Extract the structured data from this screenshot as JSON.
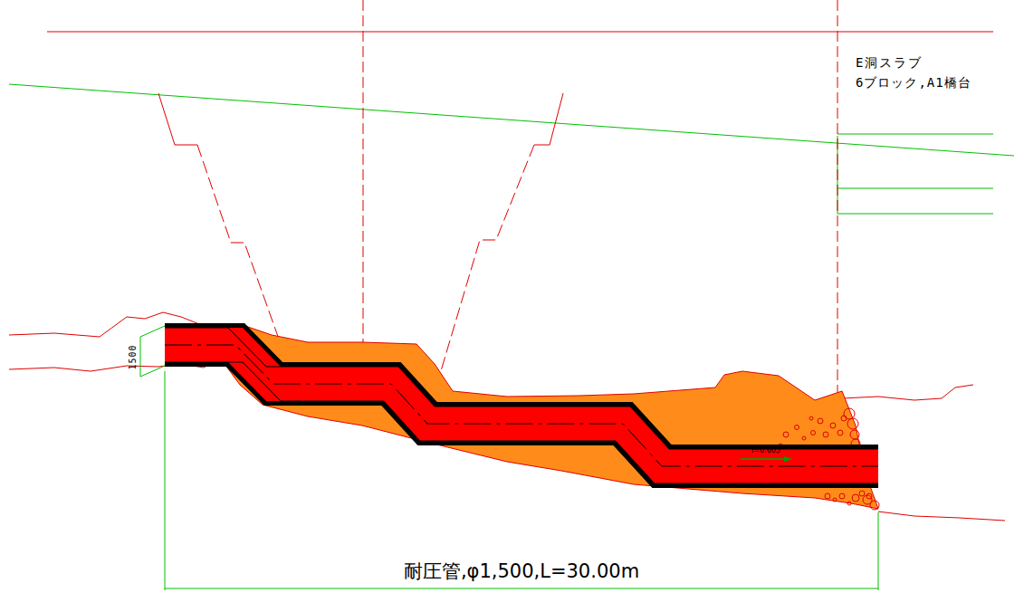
{
  "diagram": {
    "labels": [
      "E洞スラブ",
      "6ブロック,A1橋台",
      "1500",
      "i=0.605",
      "耐圧管,φ1,500,L=30.00m"
    ]
  }
}
